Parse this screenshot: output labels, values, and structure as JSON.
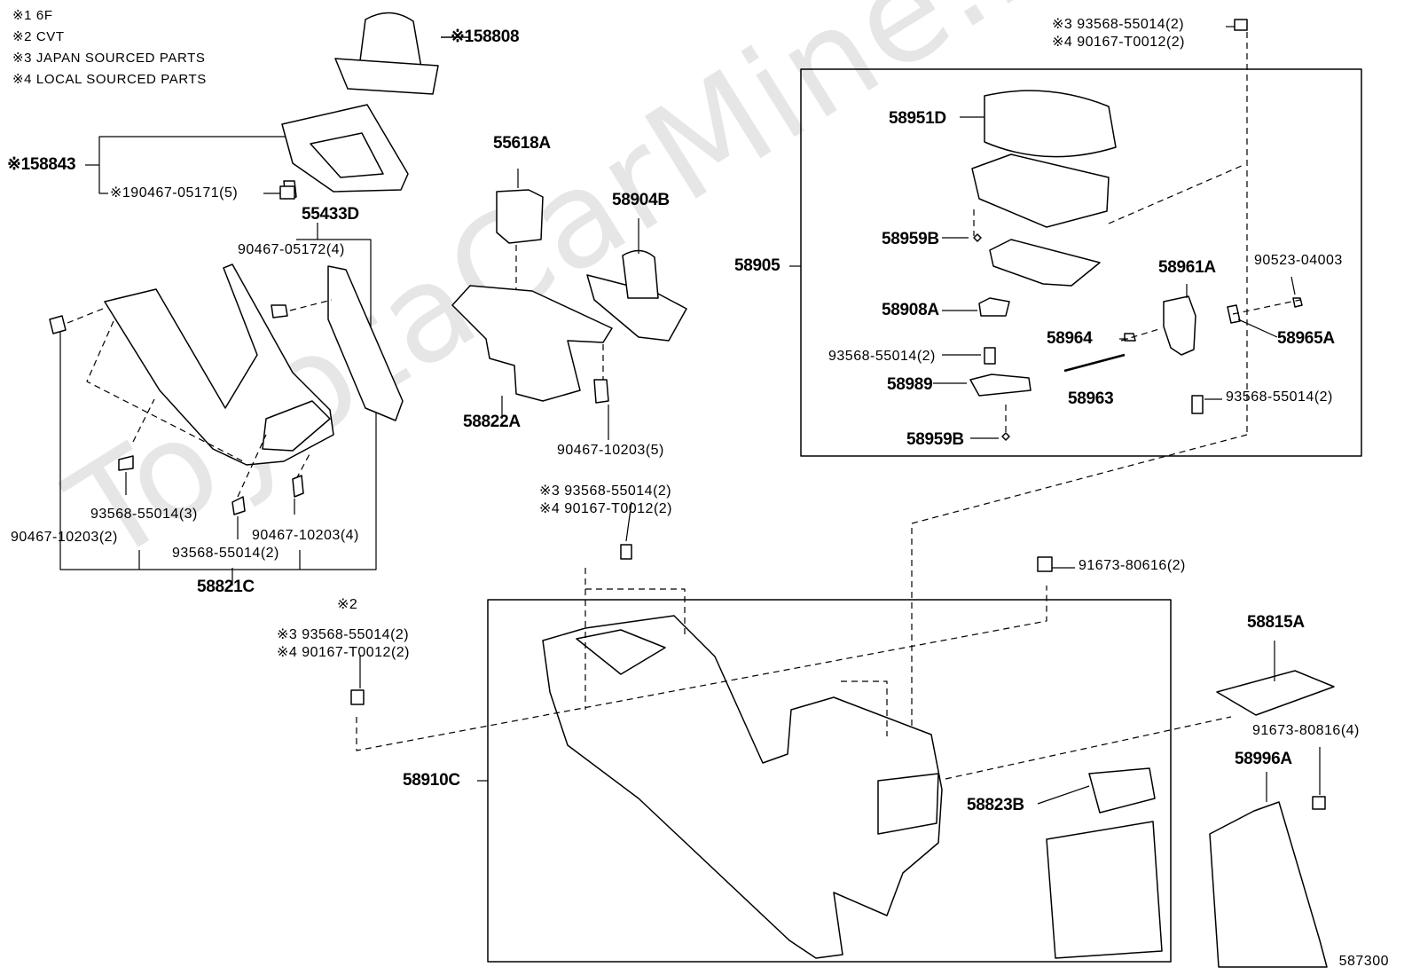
{
  "watermark": "ToyotaCarMine.ru",
  "notes": [
    "※1 6F",
    "※2 CVT",
    "※3 JAPAN SOURCED PARTS",
    "※4 LOCAL SOURCED PARTS"
  ],
  "figure_number": "587300",
  "labels": {
    "p58808": "※158808",
    "p58843": "※158843",
    "p90467_05171": "※190467-05171(5)",
    "p55433D": "55433D",
    "p90467_05172": "90467-05172(4)",
    "p55618A": "55618A",
    "p58904B": "58904B",
    "p58822A": "58822A",
    "p90467_10203_5": "90467-10203(5)",
    "p93568_55014_3": "93568-55014(3)",
    "p90467_10203_2": "90467-10203(2)",
    "p90467_10203_4": "90467-10203(4)",
    "p93568_55014_2a": "93568-55014(2)",
    "p58821C": "58821C",
    "top_right_a": "※3 93568-55014(2)",
    "top_right_b": "※4 90167-T0012(2)",
    "p58951D": "58951D",
    "p58959B_a": "58959B",
    "p58905": "58905",
    "p58908A": "58908A",
    "p93568_55014_2b": "93568-55014(2)",
    "p58989": "58989",
    "p58959B_b": "58959B",
    "p58961A": "58961A",
    "p90523": "90523-04003",
    "p58964": "58964",
    "p58965A": "58965A",
    "p58963": "58963",
    "p93568_55014_2c": "93568-55014(2)",
    "mid_a": "※3 93568-55014(2)",
    "mid_b": "※4 90167-T0012(2)",
    "p91673_80616": "91673-80616(2)",
    "note2": "※2",
    "left_a": "※3 93568-55014(2)",
    "left_b": "※4 90167-T0012(2)",
    "p58910C": "58910C",
    "p58815A": "58815A",
    "p91673_80816": "91673-80816(4)",
    "p58996A": "58996A",
    "p58823B": "58823B"
  }
}
